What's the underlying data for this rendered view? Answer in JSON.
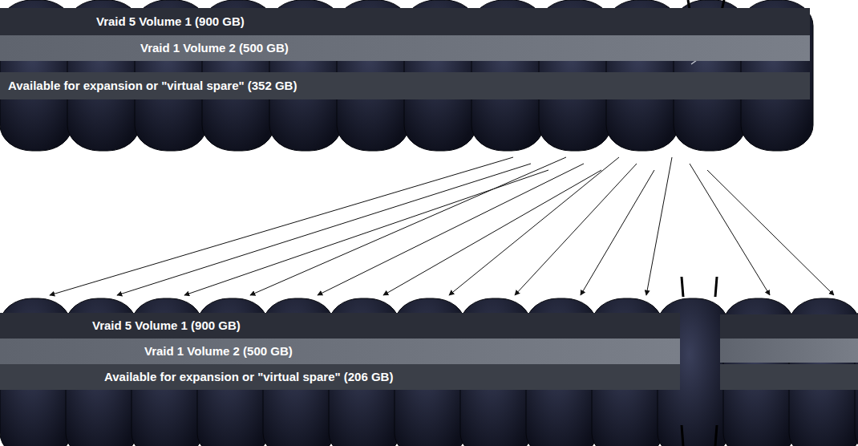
{
  "diagram": {
    "nodes": [
      {
        "text": [
          "Vraid 5 Volume 1 (900 GB)"
        ]
      },
      {
        "text": [
          "Vraid 1 Volume 2 (500 GB)"
        ]
      },
      {
        "text": [
          "Available for expansion or \"virtual spare\" (352 GB)"
        ]
      },
      {
        "text": [
          "Vraid 5 Volume 1 (900 GB)"
        ]
      },
      {
        "text": [
          "Vraid 1 Volume 2 (500 GB)"
        ]
      },
      {
        "text": [
          "Available for expansion or \"virtual spare\" (206 GB)"
        ]
      }
    ]
  }
}
